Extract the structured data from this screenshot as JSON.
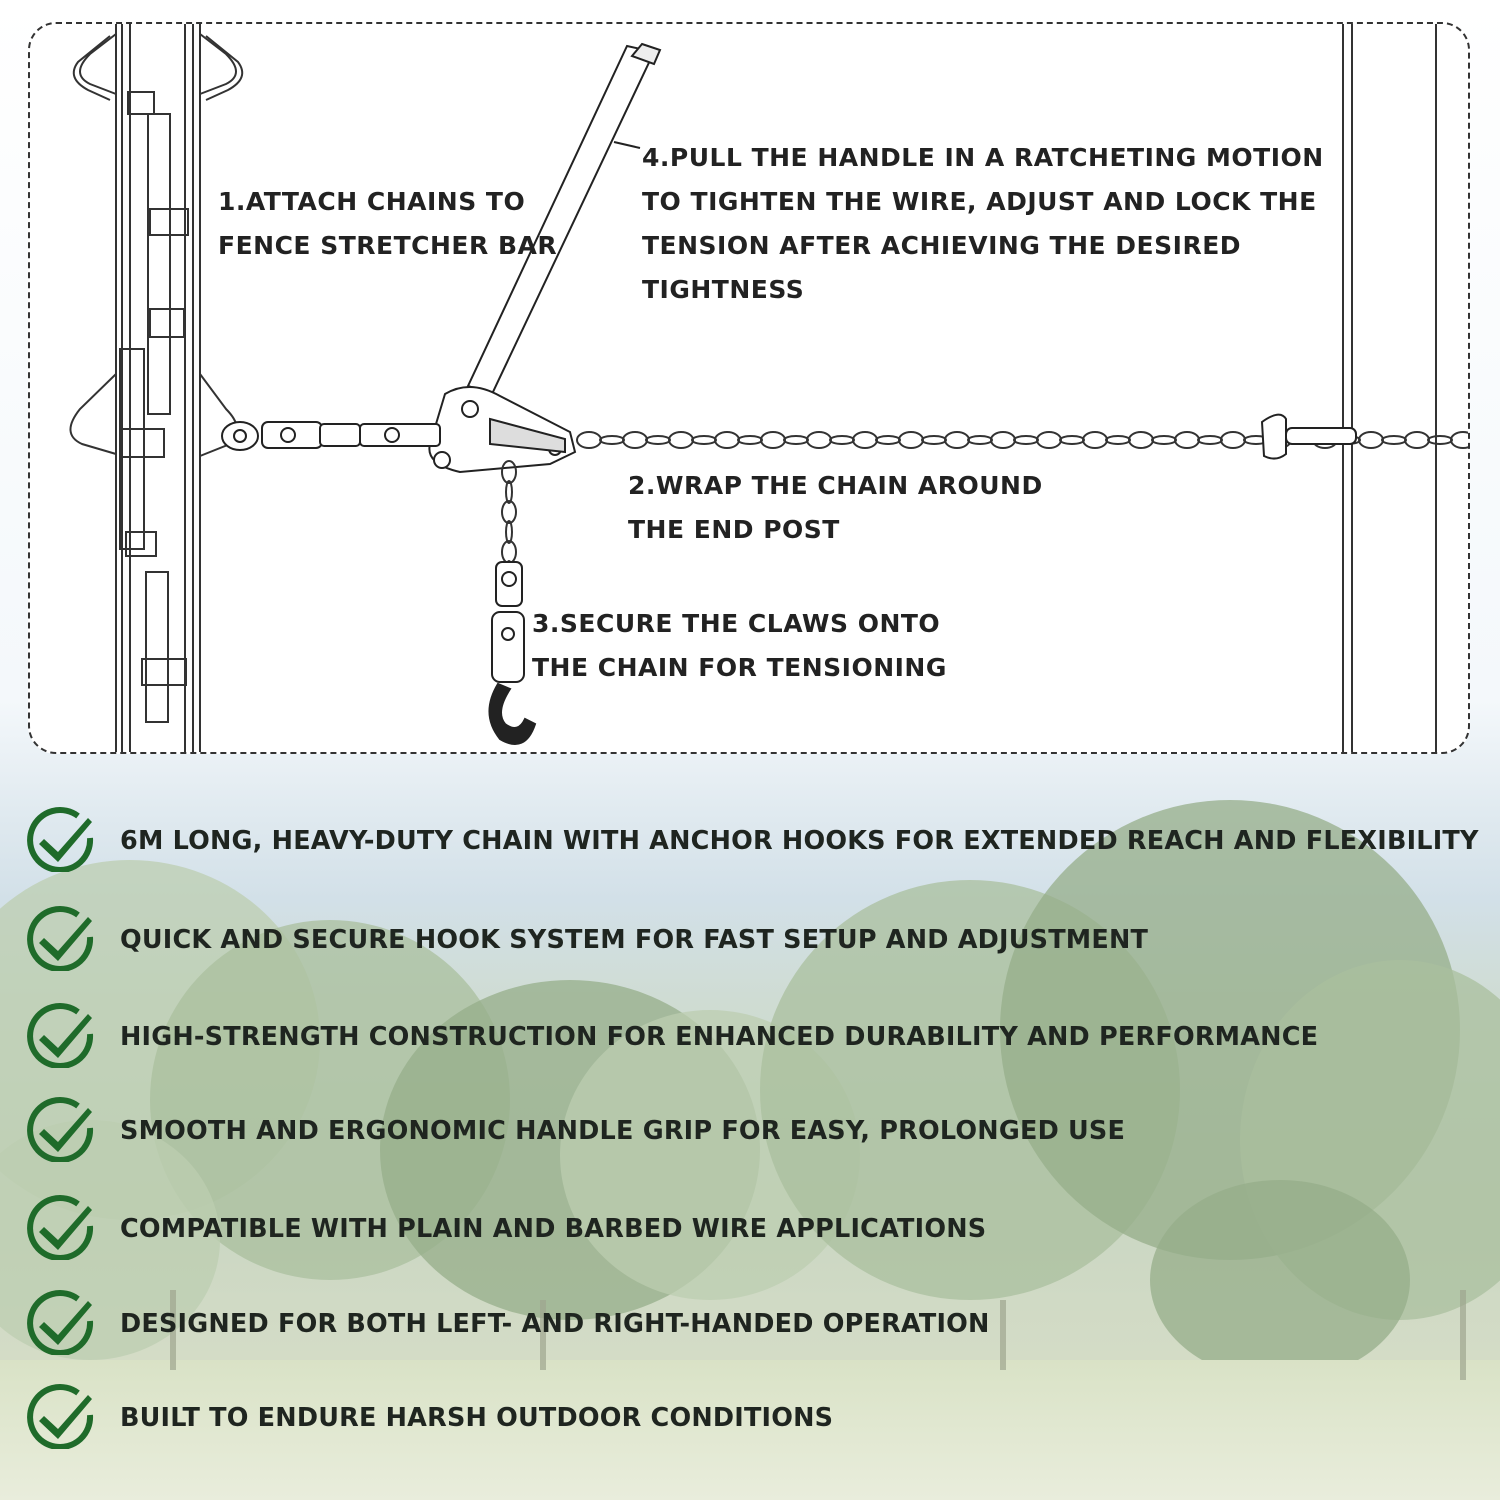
{
  "steps": [
    {
      "lines": [
        "1.ATTACH CHAINS TO",
        "FENCE STRETCHER BAR"
      ]
    },
    {
      "lines": [
        "2.WRAP THE CHAIN AROUND",
        "THE END POST"
      ]
    },
    {
      "lines": [
        "3.SECURE THE CLAWS ONTO",
        "THE CHAIN FOR TENSIONING"
      ]
    },
    {
      "lines": [
        "4.PULL THE HANDLE IN A RATCHETING MOTION",
        "TO TIGHTEN THE WIRE, ADJUST AND LOCK THE",
        "TENSION AFTER ACHIEVING THE DESIRED",
        "TIGHTNESS"
      ]
    }
  ],
  "features": [
    "6M LONG, HEAVY-DUTY CHAIN WITH ANCHOR HOOKS FOR EXTENDED REACH AND FLEXIBILITY",
    "QUICK AND SECURE HOOK SYSTEM FOR FAST SETUP AND ADJUSTMENT",
    "HIGH-STRENGTH CONSTRUCTION FOR ENHANCED DURABILITY AND PERFORMANCE",
    "SMOOTH AND ERGONOMIC HANDLE GRIP FOR EASY, PROLONGED USE",
    "COMPATIBLE WITH PLAIN AND BARBED WIRE APPLICATIONS",
    "DESIGNED FOR BOTH LEFT- AND RIGHT-HANDED OPERATION",
    "BUILT TO ENDURE HARSH OUTDOOR CONDITIONS"
  ],
  "icons": {
    "feature_bullet": "check-circle-icon"
  },
  "colors": {
    "check_green": "#1f6b2a",
    "text": "#1f2520",
    "panel_border": "#333333"
  }
}
